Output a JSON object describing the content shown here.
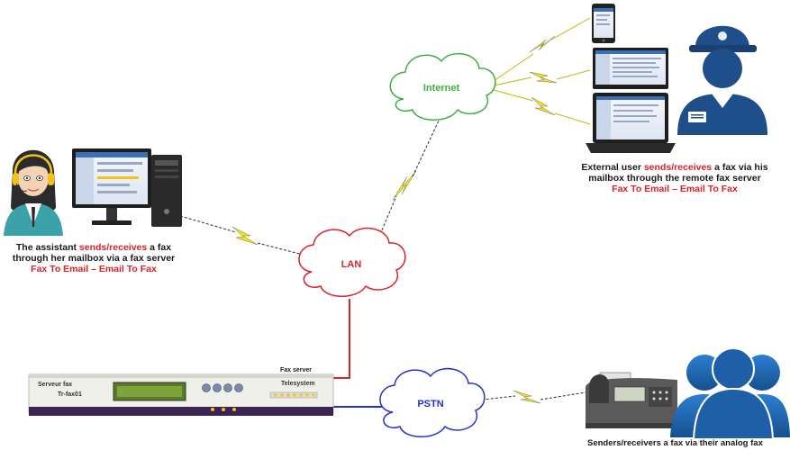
{
  "clouds": {
    "internet": {
      "label": "Internet",
      "color": "#3cb043"
    },
    "lan": {
      "label": "LAN",
      "color": "#d9222a"
    },
    "pstn": {
      "label": "PSTN",
      "color": "#2233cc"
    }
  },
  "assistant": {
    "line1_pre": "The assistant ",
    "line1_hl": "sends/receives",
    "line1_post": " a fax",
    "line2": "through her mailbox via a fax server",
    "line3": "Fax To Email – Email To Fax"
  },
  "external_user": {
    "line1_pre": "External user ",
    "line1_hl": "sends/receives",
    "line1_post": " a fax via his",
    "line2": "mailbox through the remote fax server",
    "line3": "Fax To Email – Email To Fax"
  },
  "fax_server": {
    "title": "Fax server",
    "device_label_1": "Serveur fax",
    "device_label_2": "Tr-fax01",
    "brand": "Telesystem",
    "lcd_text": ""
  },
  "senders": {
    "caption": "Senders/receivers a fax via their analog fax"
  },
  "colors": {
    "accent_red": "#d9222a",
    "lightning": "#f2e21a",
    "pstn_blue": "#2233cc",
    "person_blue": "#1f5fa8"
  }
}
